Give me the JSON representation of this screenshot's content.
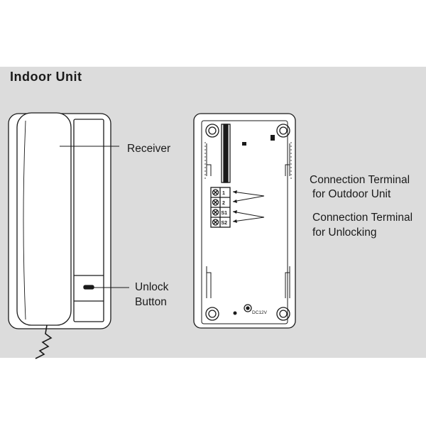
{
  "title": "Indoor Unit",
  "labels": {
    "receiver": "Receiver",
    "unlock_line1": "Unlock",
    "unlock_line2": "Button",
    "conn_outdoor_line1": "Connection Terminal",
    "conn_outdoor_line2": "for Outdoor Unit",
    "conn_unlock_line1": "Connection Terminal",
    "conn_unlock_line2": "for Unlocking"
  },
  "terminals": [
    "1",
    "2",
    "S1",
    "S2"
  ],
  "power_label": "DC12V",
  "colors": {
    "panel_bg": "#dcdcdc",
    "line": "#1a1a1a",
    "housing_fill": "#ffffff"
  }
}
